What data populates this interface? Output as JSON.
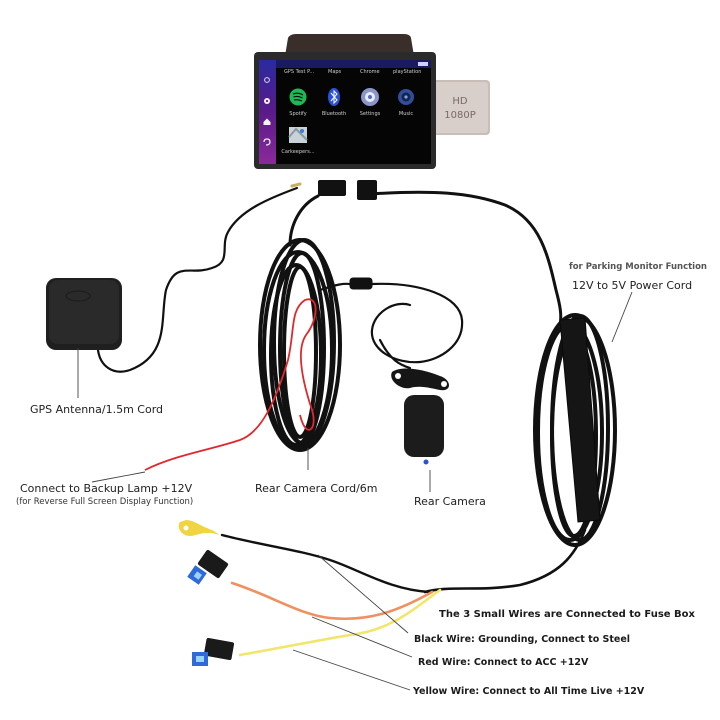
{
  "device": {
    "hd_badge_line1": "HD",
    "hd_badge_line2": "1080P",
    "screen_top_labels": [
      "GPS Test P...",
      "Maps",
      "Chrome",
      "playStation"
    ],
    "apps": [
      {
        "label": "Spotify",
        "icon": "spotify-icon",
        "color": "#1db954"
      },
      {
        "label": "Bluetooth",
        "icon": "bluetooth-icon",
        "color": "#2a52d8"
      },
      {
        "label": "Settings",
        "icon": "settings-icon",
        "color": "#8a96c8"
      },
      {
        "label": "Music",
        "icon": "music-icon",
        "color": "#2f4f9a"
      }
    ],
    "extra_app": {
      "label": "Carkeepers...",
      "icon": "map-app-icon"
    },
    "sidebar_icons": [
      "apps-icon",
      "gear-icon",
      "home-icon",
      "back-icon"
    ]
  },
  "labels": {
    "gps": "GPS Antenna/1.5m Cord",
    "backup_lamp": "Connect to Backup Lamp +12V",
    "backup_lamp_note": "(for Reverse Full Screen Display Function)",
    "rear_cord": "Rear Camera Cord/6m",
    "rear_camera": "Rear Camera",
    "parking_note": "for Parking Monitor Function",
    "power_cord": "12V to 5V Power Cord",
    "fuse_box": "The 3 Small Wires are Connected to Fuse Box",
    "black_wire": "Black Wire: Grounding, Connect to Steel",
    "red_wire": "Red Wire: Connect to ACC +12V",
    "yellow_wire_prefix": "Yellow Wire:",
    "yellow_wire_rest": " Connect to All Time Live +12V"
  },
  "colors": {
    "cable": "#111111",
    "red_wire": "#e0282c",
    "orange_wire": "#f0905e",
    "yellow_wire": "#f2e66a",
    "fuse_blue": "#2f6ad8",
    "leader": "#444444"
  }
}
